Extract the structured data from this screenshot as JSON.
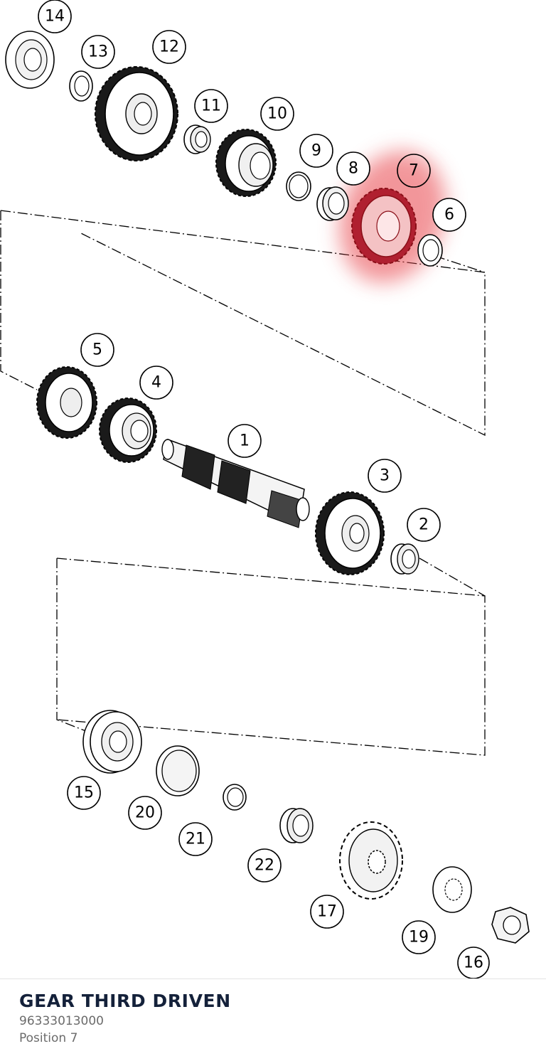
{
  "selected_part": {
    "name": "GEAR THIRD DRIVEN",
    "number": "96333013000",
    "position_label": "Position 7"
  },
  "highlight_color": "#e8434a",
  "callouts": [
    "1",
    "2",
    "3",
    "4",
    "5",
    "6",
    "7",
    "8",
    "9",
    "10",
    "11",
    "12",
    "13",
    "14",
    "15",
    "16",
    "17",
    "19",
    "20",
    "21",
    "22"
  ]
}
